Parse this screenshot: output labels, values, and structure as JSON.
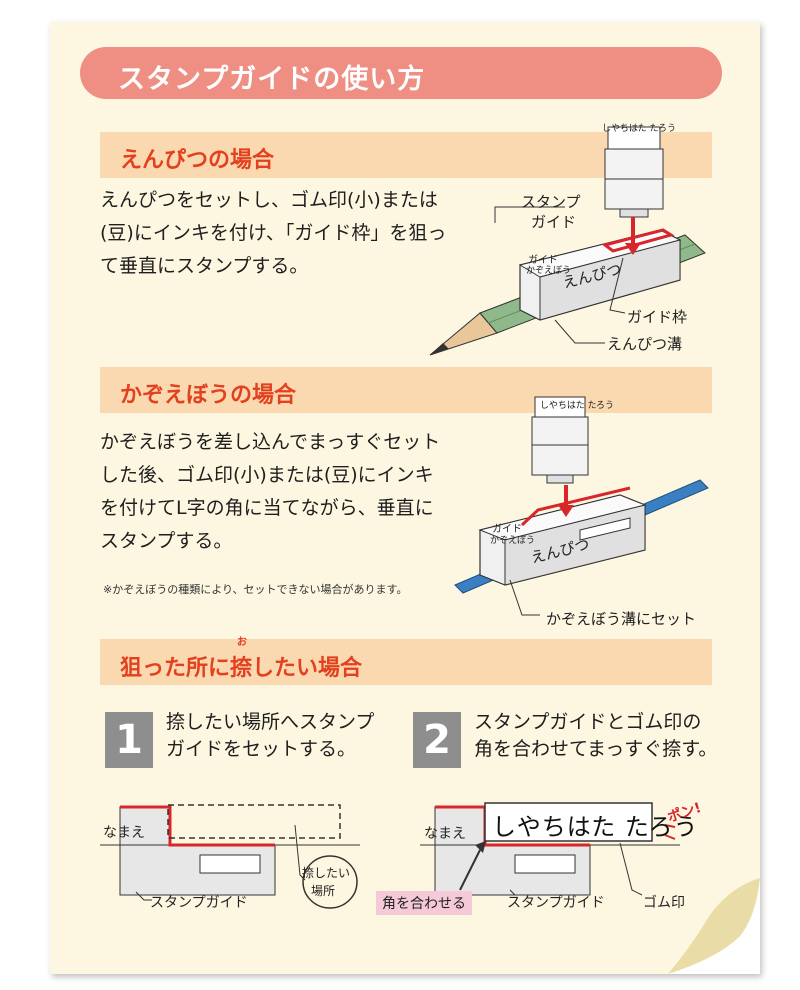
{
  "title": "スタンプガイドの使い方",
  "sections": {
    "pencil": {
      "title": "えんぴつの場合",
      "body": [
        "えんぴつをセットし、ゴム印(小)または",
        "(豆)にインキを付け、「ガイド枠」を狙っ",
        "て垂直にスタンプする。"
      ],
      "labels": {
        "stamp_guide_1": "スタンプ",
        "stamp_guide_2": "ガイド",
        "guide_frame": "ガイド枠",
        "pencil_groove": "えんぴつ溝",
        "device_left": "ガイド",
        "device_left_2": "かぞえぼう",
        "device_text": "えんぴつ",
        "stamp_top": "しやちはた たろう"
      }
    },
    "counting_stick": {
      "title": "かぞえぼうの場合",
      "body": [
        "かぞえぼうを差し込んでまっすぐセット",
        "した後、ゴム印(小)または(豆)にインキ",
        "を付けてL字の角に当てながら、垂直に",
        "スタンプする。"
      ],
      "note": "※かぞえぼうの種類により、セットできない場合があります。",
      "labels": {
        "stick_groove": "かぞえぼう溝にセット",
        "device_left": "ガイド",
        "device_left_2": "かぞえぼう",
        "device_text": "えんぴつ",
        "stamp_top": "しやちはた たろう"
      }
    },
    "target": {
      "title_a": "狙った所に",
      "title_b": "捺",
      "title_c": "したい場合",
      "ruby": "お",
      "steps": [
        {
          "num": "1",
          "lines": [
            "捺したい場所へスタンプ",
            "ガイドをセットする。"
          ]
        },
        {
          "num": "2",
          "lines": [
            "スタンプガイドとゴム印の",
            "角を合わせてまっすぐ捺す。"
          ]
        }
      ],
      "fig1": {
        "name_label": "なまえ",
        "guide_label": "スタンプガイド",
        "place_1": "捺したい",
        "place_2": "場所"
      },
      "fig2": {
        "name_label": "なまえ",
        "guide_label": "スタンプガイド",
        "stamp_label": "ゴム印",
        "align_label": "角を合わせる",
        "stamp_text": "しやちはた たろう",
        "pon": "ポン!"
      }
    }
  },
  "colors": {
    "title_bar": "#ef8f84",
    "section_bg": "#fbd9b0",
    "section_text": "#e2401e",
    "accent_red": "#d8262b",
    "pencil_green": "#8fb98a",
    "stick_blue": "#3a7fc1"
  }
}
